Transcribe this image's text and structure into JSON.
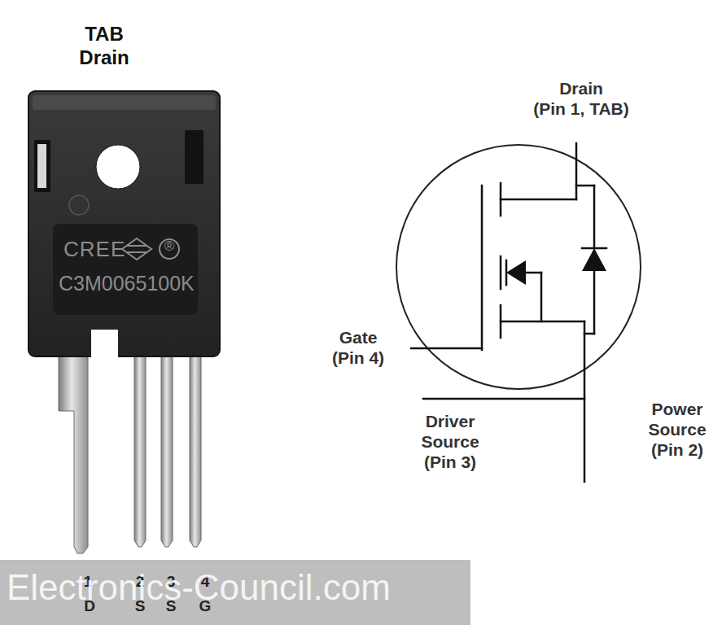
{
  "diagram": {
    "labels": [
      "TAB Drain",
      "CREE",
      "®",
      "C3M0065100K",
      "1",
      "D",
      "2",
      "S",
      "3",
      "S",
      "4",
      "G",
      "Electronics-Council.com",
      "Drain (Pin 1, TAB)",
      "Gate (Pin 4)",
      "Driver Source (Pin 3)",
      "Power Source (Pin 2)"
    ]
  }
}
